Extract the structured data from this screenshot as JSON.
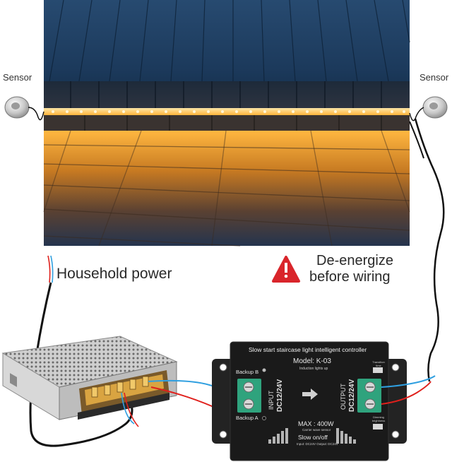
{
  "labels": {
    "sensor_left": "Sensor",
    "sensor_right": "Sensor",
    "household_power": "Household power",
    "warning_line1": "De-energize",
    "warning_line2": "before wiring"
  },
  "controller": {
    "title": "Slow start staircase light intelligent controller",
    "model": "Model: K-03",
    "subtitle": "Induction lights up",
    "backup_b": "Backup B",
    "backup_a": "Backup A",
    "input_label": "INPUT",
    "input_voltage": "DC12/24V",
    "output_label": "OUTPUT",
    "output_voltage": "DC12/24V",
    "max_power": "MAX : 400W",
    "carrier": "Carrier wave sensor",
    "slow_onoff": "Slow on/off",
    "io_spec": "Input: DC24V   Output: DC24V",
    "dimming": "Dimming brightness",
    "transition": "Transition time"
  },
  "colors": {
    "deck_blue": "#1f3f63",
    "led_amber": "#ffb43a",
    "warning_red": "#d9252b",
    "wire_red": "#e0201c",
    "wire_blue": "#2f9fe0",
    "wire_black": "#111111",
    "controller_body": "#1c1c1c",
    "terminal_green": "#2fa37d"
  },
  "icons": [
    "sensor-icon",
    "warning-triangle-icon",
    "arrow-right-icon",
    "screw-terminal-icon"
  ]
}
